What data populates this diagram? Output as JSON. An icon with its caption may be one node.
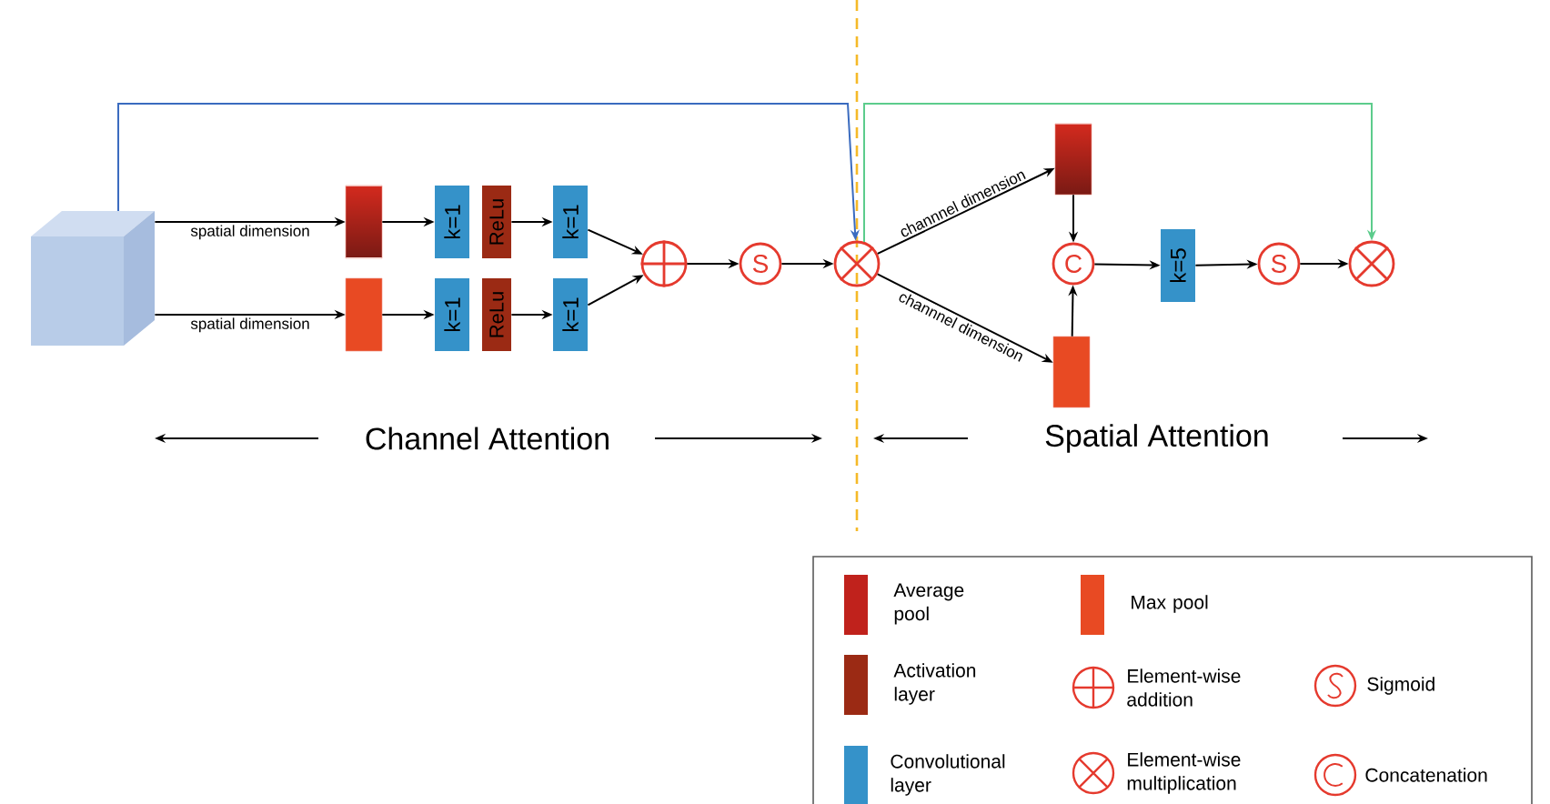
{
  "diagram": {
    "nodes": [
      {
        "text": [],
        "shape": "cube"
      },
      {
        "text": [],
        "shape": "bar"
      },
      {
        "text": [
          "k=1"
        ]
      },
      {
        "text": [
          "ReLu"
        ]
      },
      {
        "text": [
          "k=1"
        ]
      },
      {
        "text": [],
        "shape": "bar"
      },
      {
        "text": [
          "k=1"
        ]
      },
      {
        "text": [
          "ReLu"
        ]
      },
      {
        "text": [
          "k=1"
        ]
      },
      {
        "text": [],
        "shape": "circle"
      },
      {
        "text": [
          "S"
        ]
      },
      {
        "text": [],
        "shape": "circle"
      },
      {
        "text": [],
        "shape": "bar"
      },
      {
        "text": [],
        "shape": "bar"
      },
      {
        "text": [
          "C"
        ]
      },
      {
        "text": [
          "k=5"
        ]
      },
      {
        "text": [
          "S"
        ]
      },
      {
        "text": [],
        "shape": "circle"
      }
    ],
    "edges": [
      {
        "from": 0,
        "to": 1,
        "arrow": "to",
        "label": "spatial dimension"
      },
      {
        "from": 1,
        "to": 2,
        "arrow": "to"
      },
      {
        "from": 3,
        "to": 4,
        "arrow": "to"
      },
      {
        "from": 4,
        "to": 9,
        "arrow": "to"
      },
      {
        "from": 0,
        "to": 5,
        "arrow": "to",
        "label": "spatial dimension"
      },
      {
        "from": 5,
        "to": 6,
        "arrow": "to"
      },
      {
        "from": 7,
        "to": 8,
        "arrow": "to"
      },
      {
        "from": 8,
        "to": 9,
        "arrow": "to"
      },
      {
        "from": 9,
        "to": 10,
        "arrow": "to"
      },
      {
        "from": 10,
        "to": 11,
        "arrow": "to"
      },
      {
        "from": 0,
        "to": 11,
        "arrow": "to",
        "color": "#3a6bbf"
      },
      {
        "from": 11,
        "to": 12,
        "arrow": "to",
        "label": "channnel dimension"
      },
      {
        "from": 11,
        "to": 13,
        "arrow": "to",
        "label": "channnel dimension"
      },
      {
        "from": 12,
        "to": 14,
        "arrow": "to"
      },
      {
        "from": 13,
        "to": 14,
        "arrow": "to"
      },
      {
        "from": 14,
        "to": 15,
        "arrow": "to"
      },
      {
        "from": 15,
        "to": 16,
        "arrow": "to"
      },
      {
        "from": 16,
        "to": 17,
        "arrow": "to"
      },
      {
        "from": 11,
        "to": 17,
        "arrow": "to",
        "color": "#5ccc8c"
      }
    ],
    "labels": [
      "Channel Attention",
      "Spatial Attention"
    ],
    "legend": [
      {
        "text": "Average pool",
        "color": "#c0221c"
      },
      {
        "text": "Max pool",
        "color": "#e84a23"
      },
      {
        "text": "Activation layer",
        "color": "#9b2a14"
      },
      {
        "text": "Element-wise addition"
      },
      {
        "text": "Sigmoid"
      },
      {
        "text": "Convolutional layer",
        "color": "#3592c9"
      },
      {
        "text": "Element-wise multiplication"
      },
      {
        "text": "Concatenation"
      }
    ]
  }
}
